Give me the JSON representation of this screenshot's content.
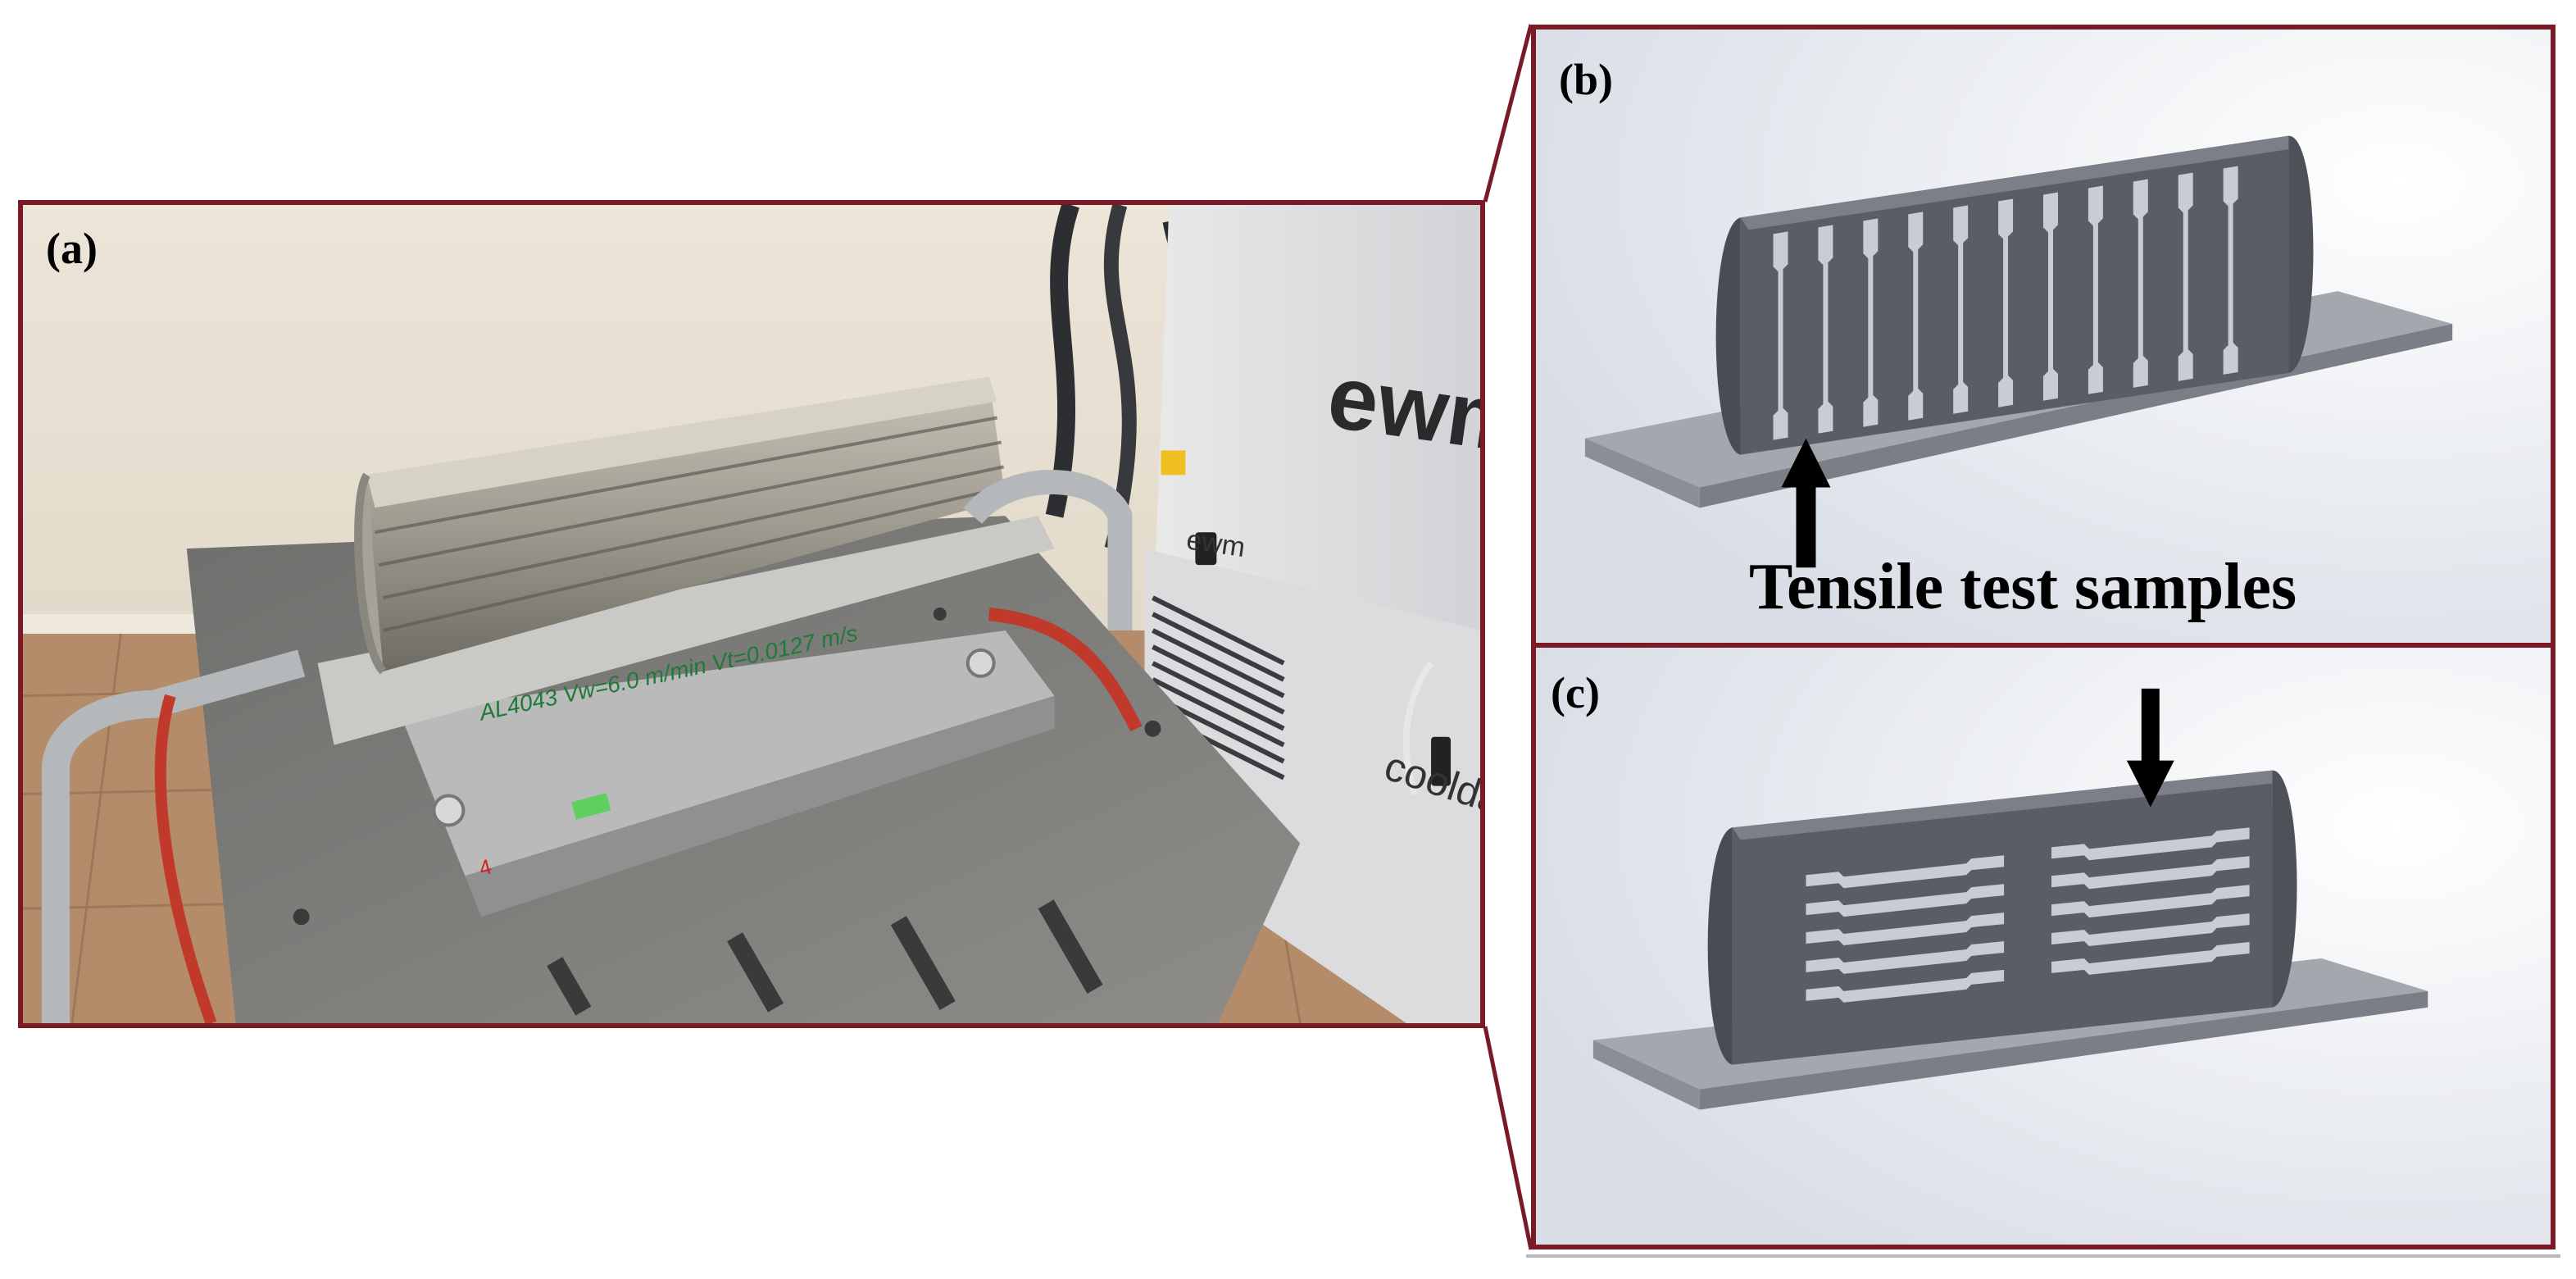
{
  "panels": {
    "a": {
      "label": "(a)"
    },
    "b": {
      "label": "(b)",
      "caption": "Tensile test samples"
    },
    "c": {
      "label": "(c)"
    }
  },
  "photo_text": {
    "bar_marking": "AL4043  Vw=6.0 m/min   Vt=0.0127 m/s",
    "plate_marking": "4",
    "machine_logo": "ewm",
    "machine_model": "coolda"
  },
  "colors": {
    "frame": "#7a1a26",
    "model_grey": "#5b5d66",
    "plate_grey": "#a4a7ae"
  }
}
